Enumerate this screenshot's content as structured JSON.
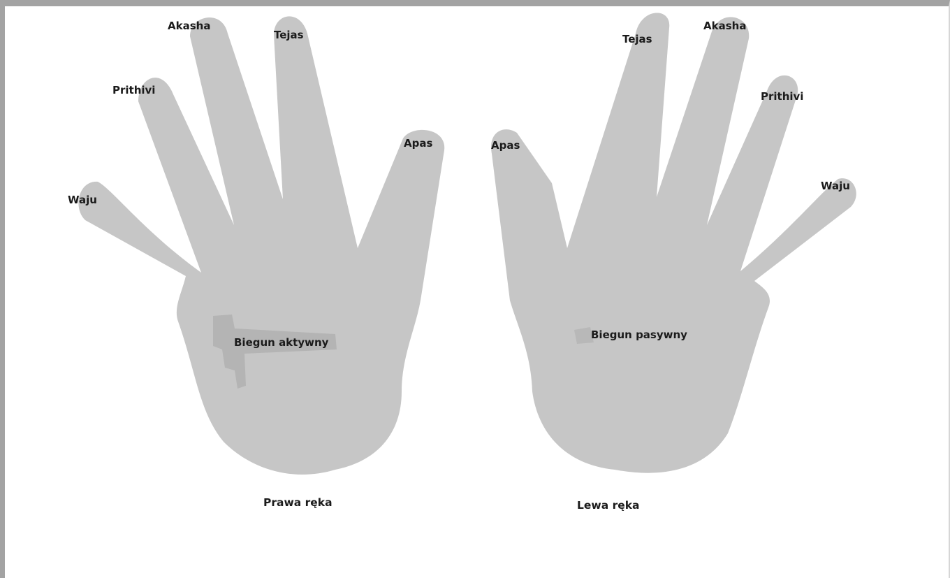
{
  "colors": {
    "frame": "#a3a3a3",
    "hand_fill": "#c6c6c6",
    "hand_shade": "#b4b4b4",
    "text": "#1b1b1b"
  },
  "right_hand": {
    "fingers": {
      "little": "Waju",
      "ring": "Prithivi",
      "middle": "Akasha",
      "index": "Tejas",
      "thumb": "Apas"
    },
    "pole": "Biegun aktywny",
    "caption": "Prawa ręka"
  },
  "left_hand": {
    "fingers": {
      "thumb": "Apas",
      "index": "Tejas",
      "middle": "Akasha",
      "ring": "Prithivi",
      "little": "Waju"
    },
    "pole": "Biegun pasywny",
    "caption": "Lewa ręka"
  }
}
